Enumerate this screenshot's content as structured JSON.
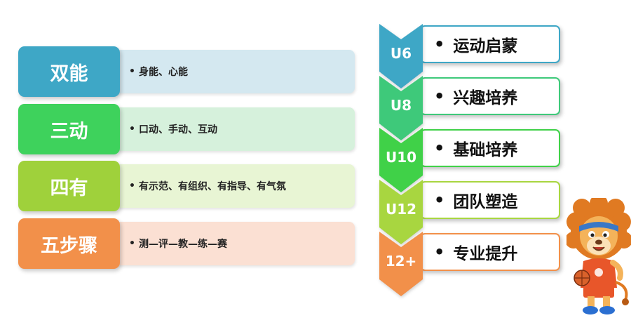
{
  "left_rows": [
    {
      "label": "双能",
      "bullet": "•",
      "desc": "身能、心能",
      "label_color": "#3ea7c6",
      "desc_bg": "#d4e8f0"
    },
    {
      "label": "三动",
      "bullet": "•",
      "desc": "口动、手动、互动",
      "label_color": "#3ed25c",
      "desc_bg": "#d6f1dc"
    },
    {
      "label": "四有",
      "bullet": "•",
      "desc": "有示范、有组织、有指导、有气氛",
      "label_color": "#9fd13b",
      "desc_bg": "#e8f5d4"
    },
    {
      "label": "五步骤",
      "bullet": "•",
      "desc": "测—评—教—练—赛",
      "label_color": "#f2904a",
      "desc_bg": "#fbe0d3"
    }
  ],
  "stages": [
    {
      "tag": "U6",
      "bullet": "•",
      "text": "运动启蒙",
      "color": "#3ea7c6"
    },
    {
      "tag": "U8",
      "bullet": "•",
      "text": "兴趣培养",
      "color": "#3ec97a"
    },
    {
      "tag": "U10",
      "bullet": "•",
      "text": "基础培养",
      "color": "#40d148"
    },
    {
      "tag": "U12",
      "bullet": "•",
      "text": "团队塑造",
      "color": "#a8d640"
    },
    {
      "tag": "12+",
      "bullet": "•",
      "text": "专业提升",
      "color": "#f2904a"
    }
  ],
  "mascot": {
    "icon": "lion-mascot-icon",
    "headband_color": "#3a78c6",
    "jersey_color": "#e8562a"
  }
}
